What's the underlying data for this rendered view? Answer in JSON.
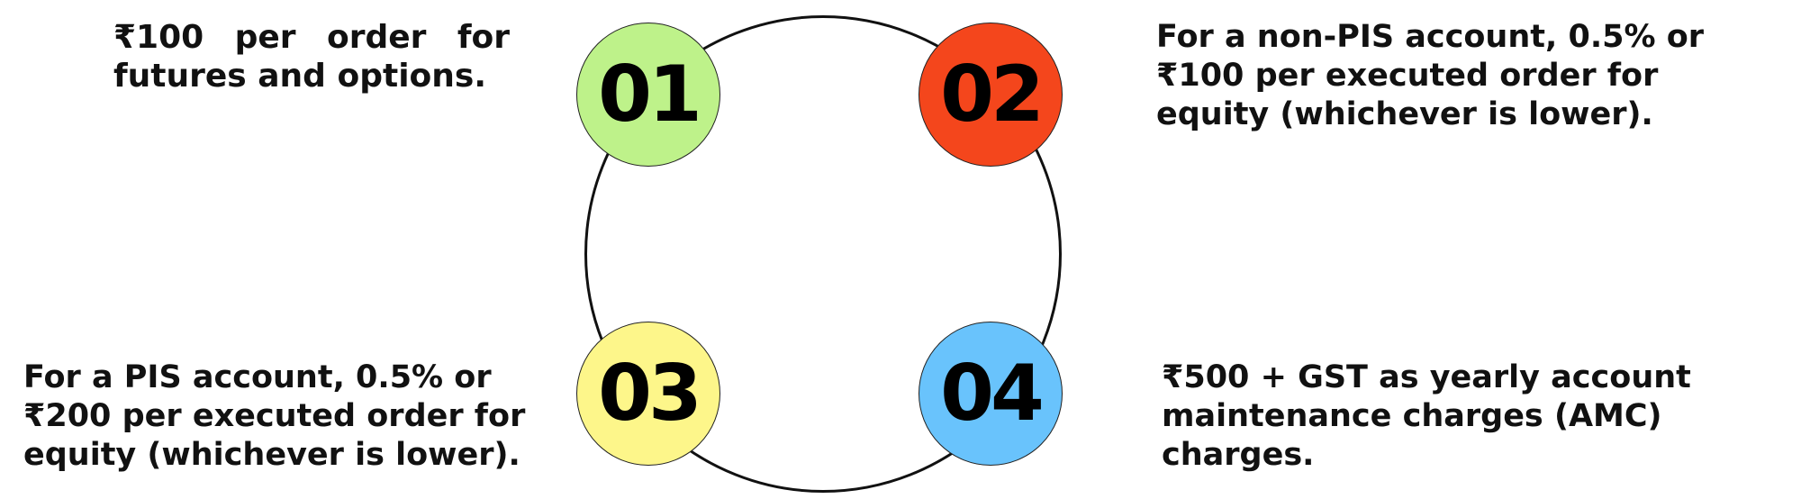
{
  "diagram": {
    "items": [
      {
        "number": "01",
        "color": "#bef28a",
        "text": "₹100 per order for futures and options."
      },
      {
        "number": "02",
        "color": "#f4461c",
        "text": "For a non-PIS account, 0.5% or ₹100 per executed order for equity (whichever is lower)."
      },
      {
        "number": "03",
        "color": "#fdf68a",
        "text": "For a PIS account, 0.5% or ₹200 per executed order for equity (whichever is lower)."
      },
      {
        "number": "04",
        "color": "#69c3fc",
        "text": "₹500 + GST as yearly account maintenance charges (AMC) charges."
      }
    ]
  }
}
